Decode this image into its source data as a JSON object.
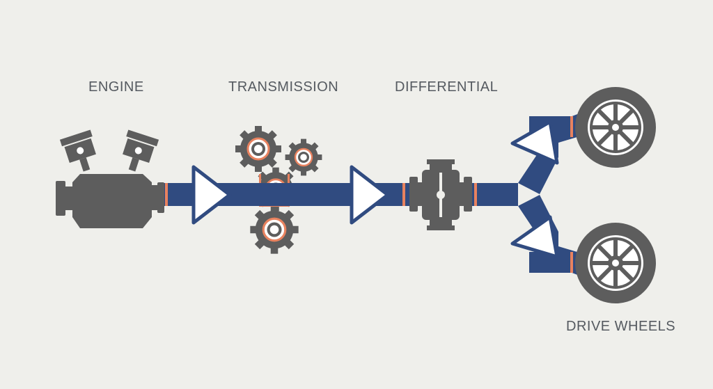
{
  "labels": {
    "engine": "ENGINE",
    "transmission": "TRANSMISSION",
    "differential": "DIFFERENTIAL",
    "drive_wheels": "DRIVE WHEELS"
  },
  "colors": {
    "background": "#efefeb",
    "shaft": "#304b80",
    "component": "#5d5d5d",
    "accent": "#e8825f",
    "arrow_fill": "#ffffff",
    "label": "#555a60"
  },
  "icons": [
    "piston-icon",
    "engine-block-icon",
    "gear-icon",
    "differential-icon",
    "wheel-icon",
    "arrow-icon"
  ]
}
